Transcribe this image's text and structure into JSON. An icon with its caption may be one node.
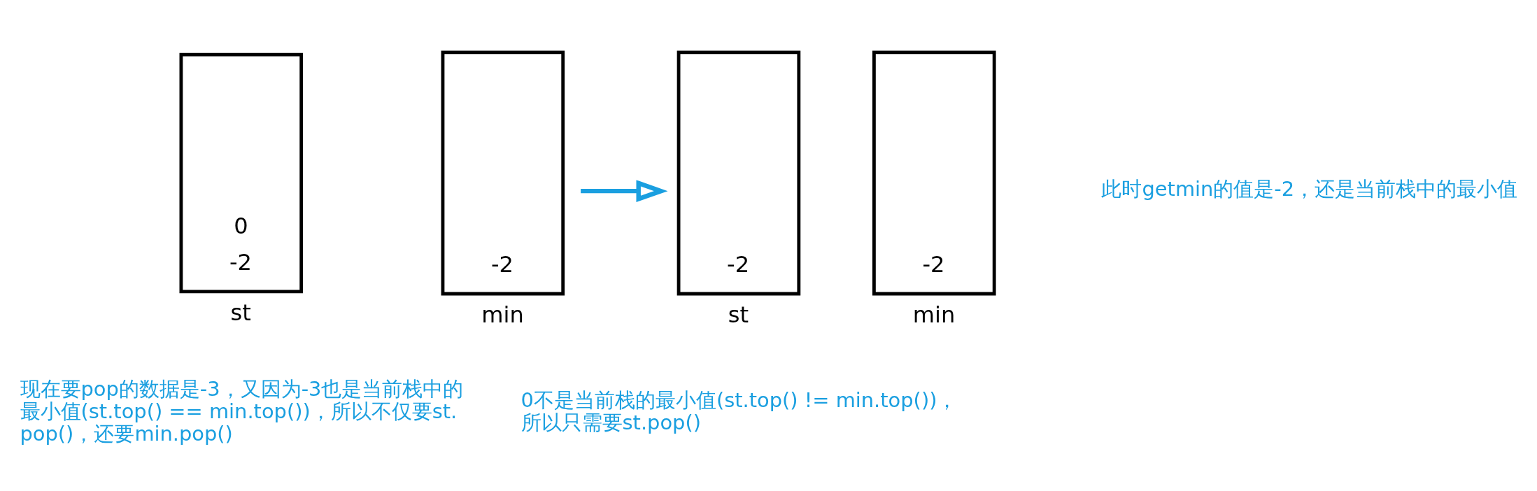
{
  "diagram": {
    "nodes": [
      {
        "text": [
          "0",
          "-2"
        ],
        "beside": [
          "st"
        ]
      },
      {
        "text": [
          "-2"
        ],
        "beside": [
          "min"
        ]
      },
      {
        "text": [
          "-2"
        ],
        "beside": [
          "st"
        ]
      },
      {
        "text": [
          "-2"
        ],
        "beside": [
          "min"
        ]
      }
    ],
    "edges": [
      {
        "from": 1,
        "to": 2,
        "arrow": "to"
      }
    ],
    "labels": [
      "现在要pop的数据是-3，又因为-3也是当前栈中的最小值(st.top() == min.top())，所以不仅要st.pop()，还要min.pop()",
      "0不是当前栈的最小值(st.top() != min.top())，所以只需要st.pop()",
      "此时getmin的值是-2，还是当前栈中的最小值"
    ]
  }
}
